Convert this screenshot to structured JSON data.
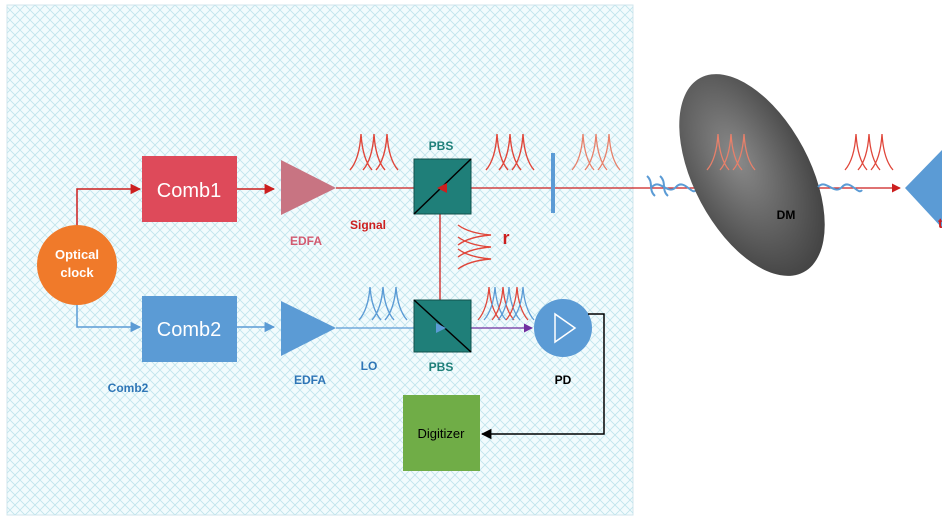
{
  "labels": {
    "optical_clock": [
      "Optical",
      "clock"
    ],
    "comb1": "Comb1",
    "comb2": "Comb2",
    "comb2_caption": "Comb2",
    "edfa_top": "EDFA",
    "edfa_bottom": "EDFA",
    "signal": "Signal",
    "lo": "LO",
    "pbs_top": "PBS",
    "pbs_bottom": "PBS",
    "r": "r",
    "pd": "PD",
    "digitizer": "Digitizer",
    "dm": "DM",
    "edge_partial": "t"
  },
  "colors": {
    "clock": "#f07a2a",
    "comb1": "#de4a5a",
    "comb2": "#5b9bd5",
    "edfa_top": "#c87482",
    "edfa_bottom": "#5b9bd5",
    "signal_line": "#cc1f1f",
    "lo_line": "#5b9bd5",
    "pulse_red": "#e0463a",
    "pulse_blue": "#5b9bd5",
    "pbs": "#1f7f79",
    "digitizer": "#70ad47",
    "pd": "#5b9bd5",
    "dm": "#6b6b6b",
    "lo_text": "#2e75b6",
    "signal_text": "#cc1f1f",
    "purple_arrow": "#7030a0"
  }
}
